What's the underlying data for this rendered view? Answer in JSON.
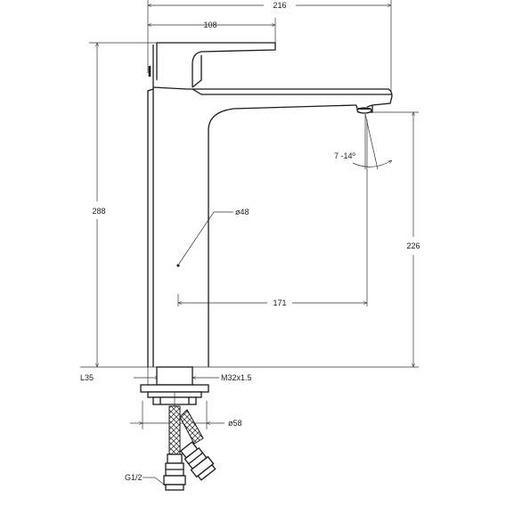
{
  "dimensions": {
    "overall_width": "216",
    "lever_width": "108",
    "total_height": "288",
    "spout_height": "226",
    "spout_reach": "171",
    "body_diameter": "ø48",
    "spout_angle": "7 -14º",
    "base_left": "L35",
    "thread": "M32x1.5",
    "base_diameter": "ø58",
    "hose_thread": "G1/2"
  },
  "colors": {
    "line": "#1a1a1a",
    "dim_line": "#333333",
    "background": "#ffffff"
  }
}
